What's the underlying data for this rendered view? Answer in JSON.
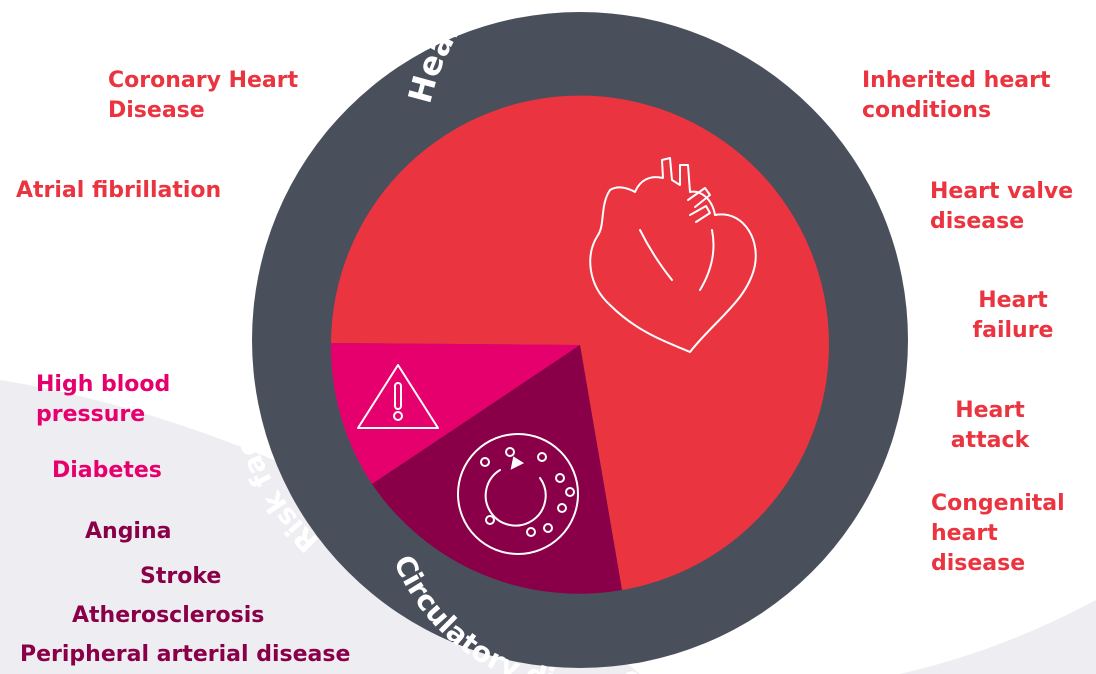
{
  "ring": {
    "heart_diseases": "Heart diseases",
    "risk_factors": "Risk factors",
    "circulatory_diseases": "Circulatory diseases"
  },
  "heart_diseases_list": {
    "coronary": "Coronary Heart\nDisease",
    "atrial": "Atrial fibrillation",
    "inherited": "Inherited heart\nconditions",
    "valve": "Heart valve\ndisease",
    "failure": "Heart\nfailure",
    "attack": "Heart\nattack",
    "congenital": "Congenital\nheart\ndisease"
  },
  "risk_factors_list": {
    "bp": "High blood\npressure",
    "diabetes": "Diabetes"
  },
  "circulatory_list": {
    "angina": "Angina",
    "stroke": "Stroke",
    "atherosclerosis": "Atherosclerosis",
    "pad": "Peripheral arterial disease"
  },
  "colors": {
    "ring": "#4a4f5c",
    "heart_segment": "#ea3440",
    "risk_segment": "#e5006d",
    "circulatory_segment": "#8a0048"
  },
  "icons": [
    "heart-icon",
    "warning-icon",
    "circulation-icon"
  ]
}
